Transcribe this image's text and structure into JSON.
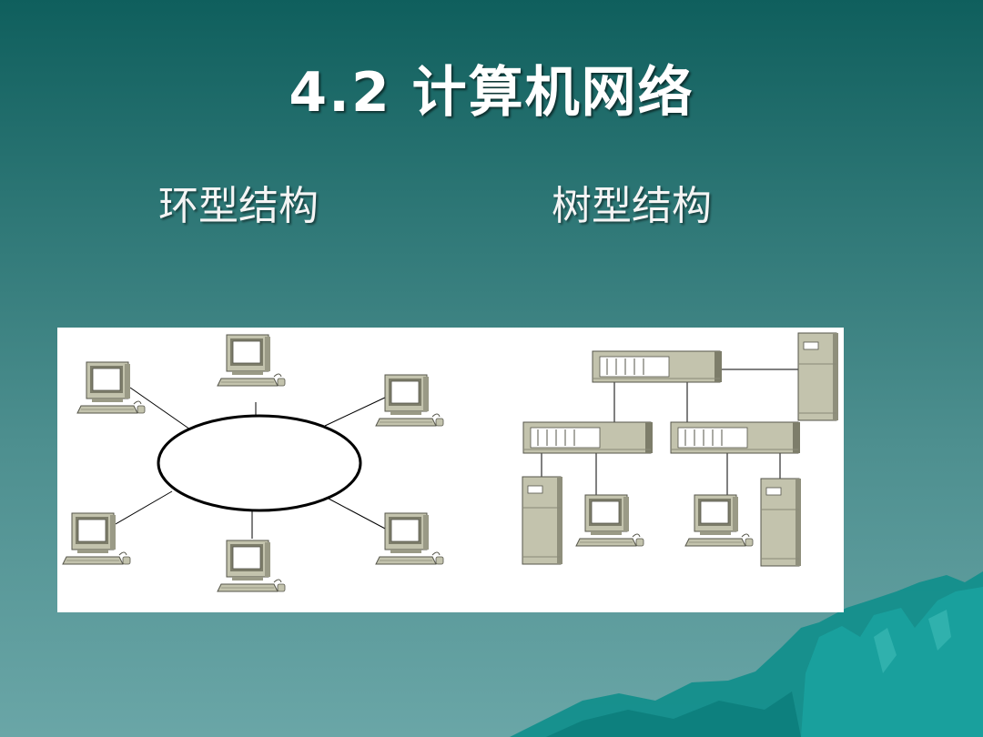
{
  "slide": {
    "title": "4.2  计算机网络",
    "subtitle_left": "环型结构",
    "subtitle_right": "树型结构"
  },
  "colors": {
    "background_top": "#0f5f5d",
    "background_bottom": "#6aa6a7",
    "device_body": "#c3c3ad",
    "device_dark": "#7d7d6a",
    "link_line": "#000000"
  },
  "diagrams": [
    {
      "type": "ring",
      "nodes": [
        "computer",
        "computer",
        "computer",
        "computer",
        "computer",
        "computer"
      ]
    },
    {
      "type": "tree",
      "root": "hub",
      "root_attached": "server",
      "children": [
        {
          "node": "hub",
          "leaves": [
            "server",
            "computer"
          ]
        },
        {
          "node": "hub",
          "leaves": [
            "computer",
            "server"
          ]
        }
      ]
    }
  ]
}
